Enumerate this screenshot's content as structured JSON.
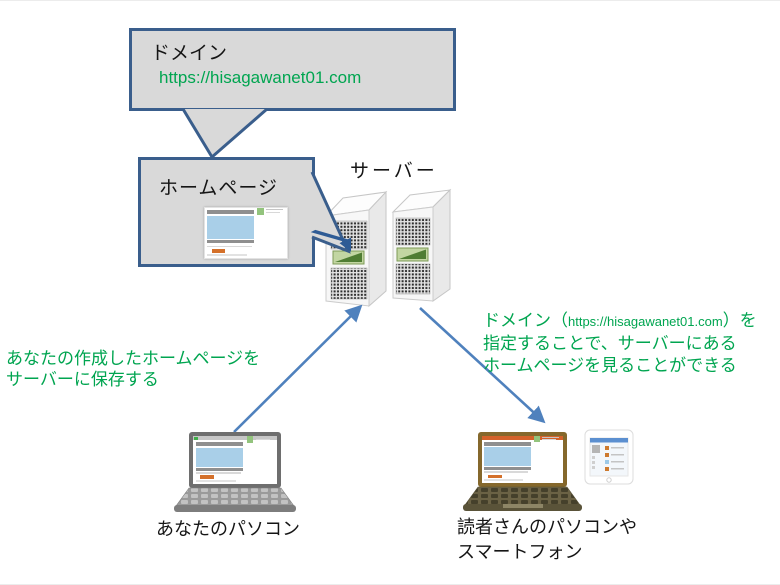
{
  "diagram": {
    "domain_bubble": {
      "title": "ドメイン",
      "url": "https://hisagawanet01.com"
    },
    "homepage_box": {
      "label": "ホームページ"
    },
    "server": {
      "label": "サーバー"
    },
    "upload_note": {
      "line1": "あなたの作成したホームページを",
      "line2": "サーバーに保存する"
    },
    "access_note": {
      "line1_prefix": "ドメイン（",
      "line1_url": "https://hisagawanet01.com",
      "line1_suffix": "）を",
      "line2": "指定することで、サーバーにある",
      "line3": "ホームページを見ることができる"
    },
    "your_pc": {
      "label": "あなたのパソコン"
    },
    "reader_devices": {
      "label_line1": "読者さんのパソコンや",
      "label_line2": "スマートフォン"
    },
    "colors": {
      "box_fill": "#d9d9d9",
      "box_border": "#3a5e8c",
      "arrow_blue": "#4f81bd",
      "text_green": "#00a550",
      "server_slot_green": "#4f7d33"
    }
  }
}
